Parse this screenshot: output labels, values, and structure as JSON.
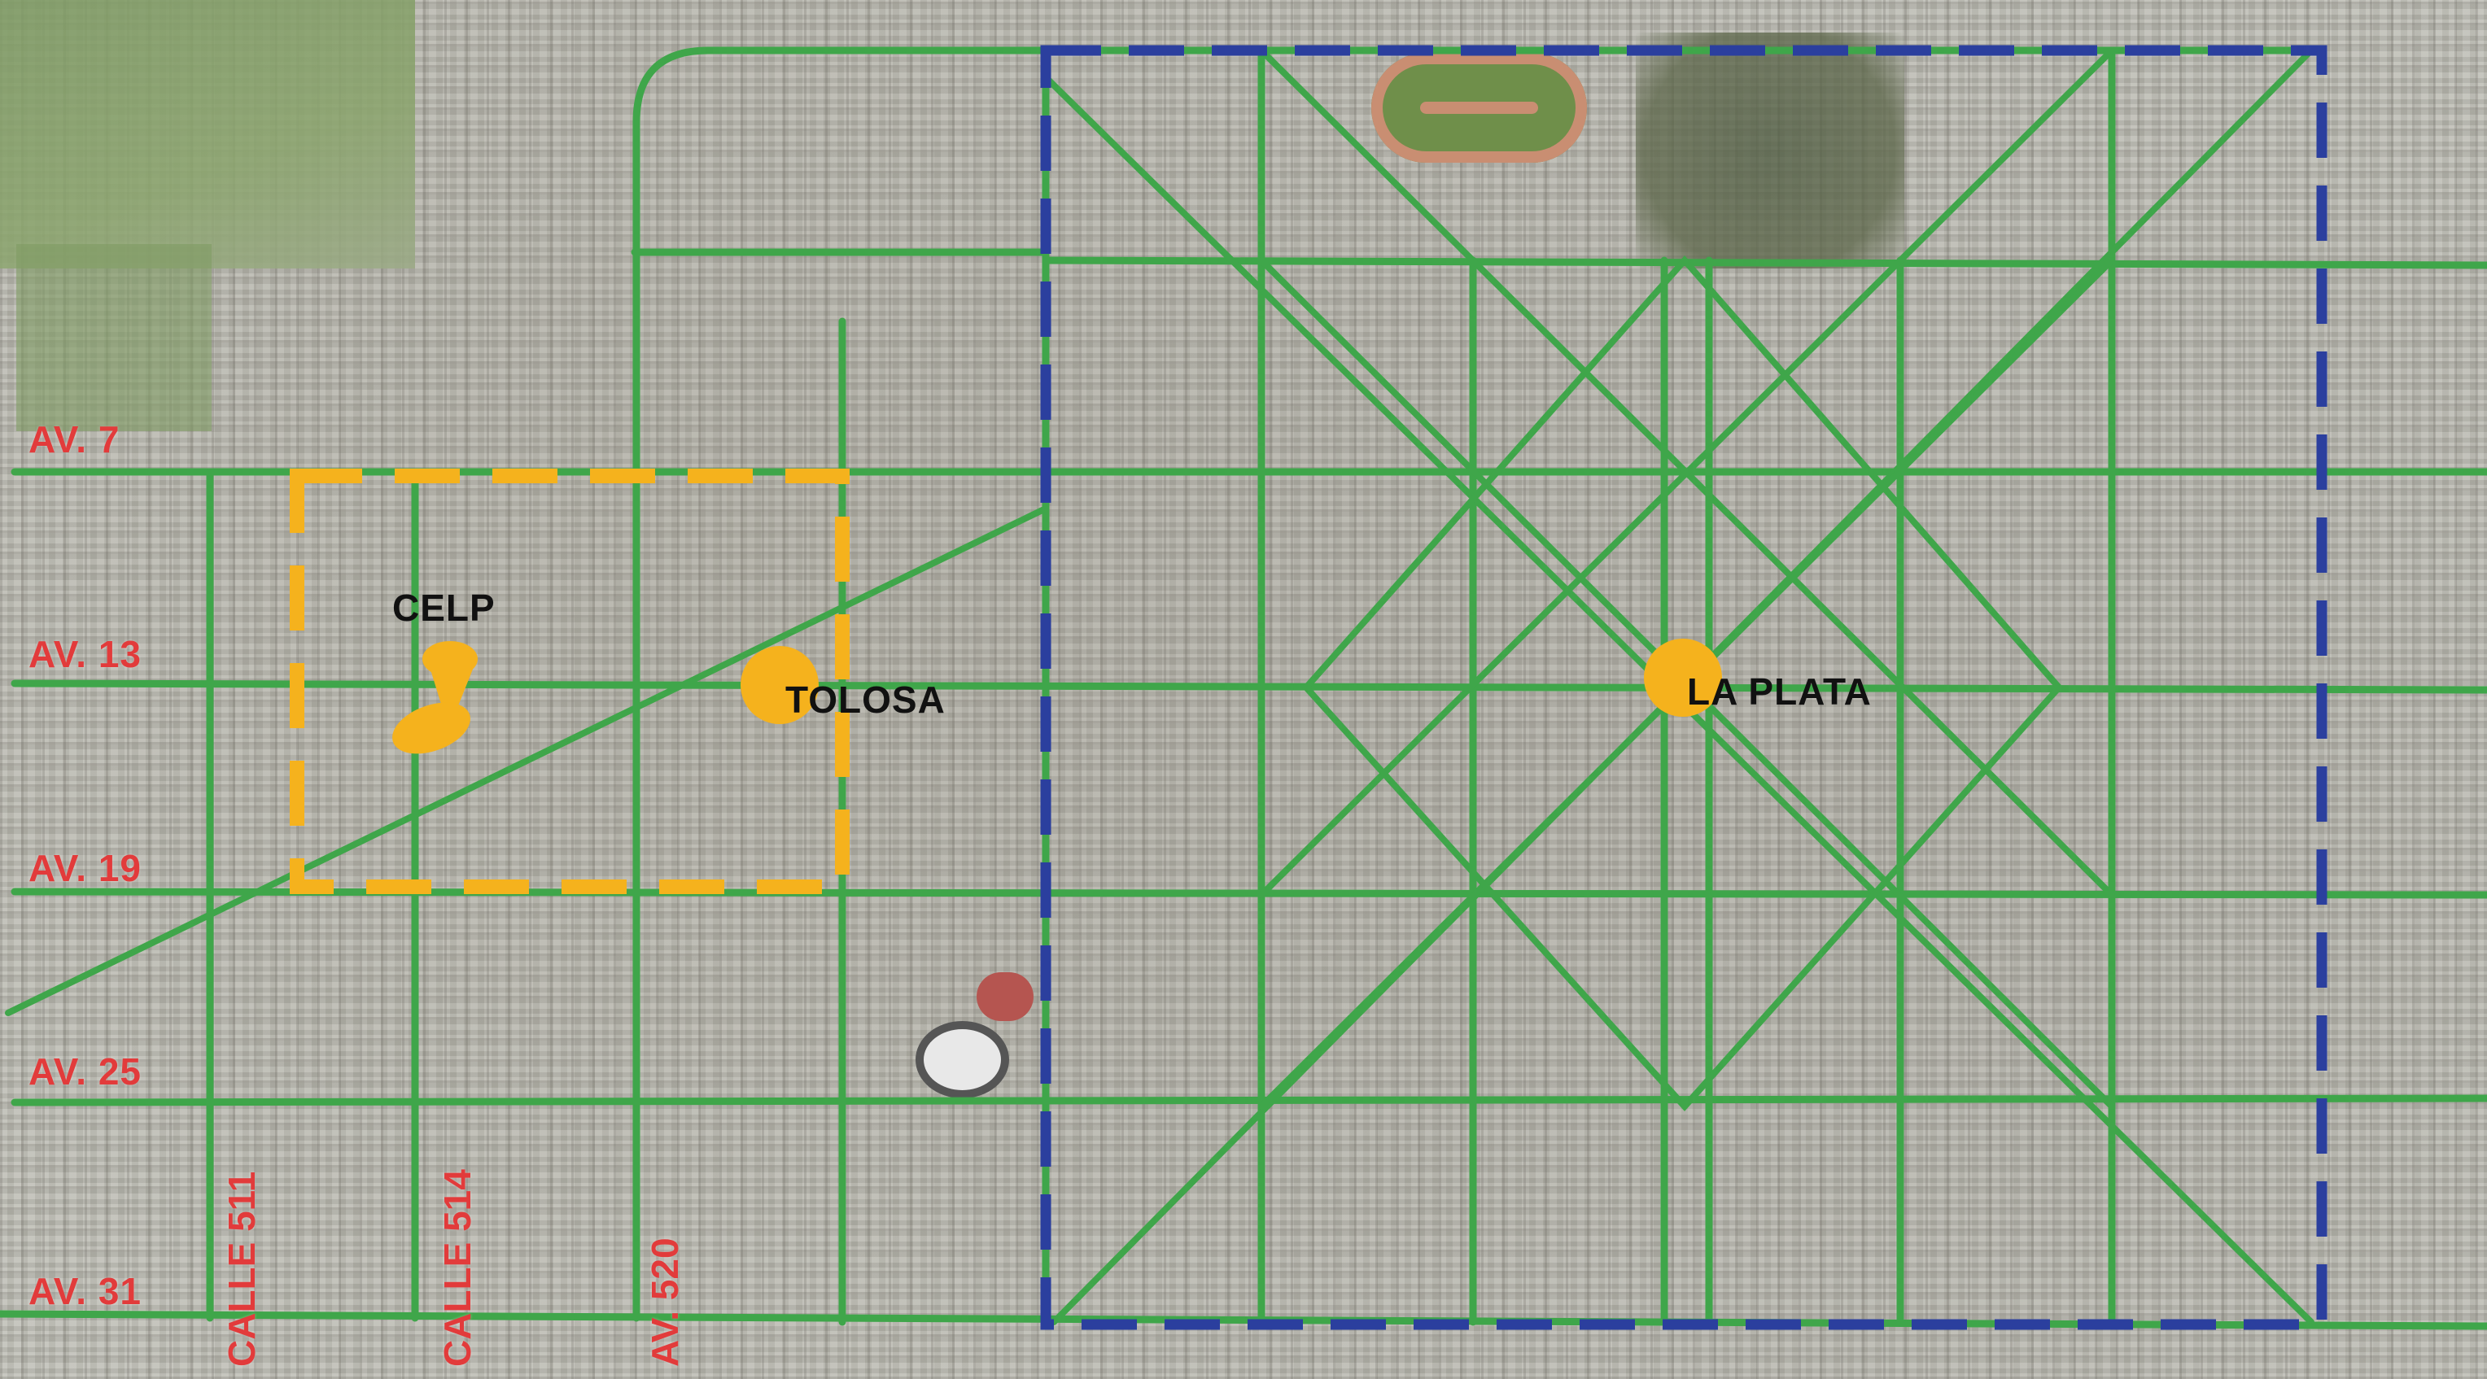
{
  "map": {
    "avenue_labels": {
      "av7": "AV. 7",
      "av13": "AV. 13",
      "av19": "AV. 19",
      "av25": "AV. 25",
      "av31": "AV. 31"
    },
    "street_labels": {
      "calle511": "CALLE 511",
      "calle514": "CALLE 514",
      "av520": "AV. 520"
    },
    "places": {
      "celp": "CELP",
      "tolosa": "TOLOSA",
      "la_plata": "LA PLATA"
    },
    "colors": {
      "roads": "#3fa64a",
      "la_plata_boundary": "#2b3f9e",
      "tolosa_area_boundary": "#f5b21d",
      "place_marker": "#f5b21d",
      "road_labels": "#e23b3b",
      "place_labels": "#111111"
    },
    "icons": {
      "celp_marker": "pushpin-icon",
      "place_markers": "circle-marker-icon"
    }
  }
}
